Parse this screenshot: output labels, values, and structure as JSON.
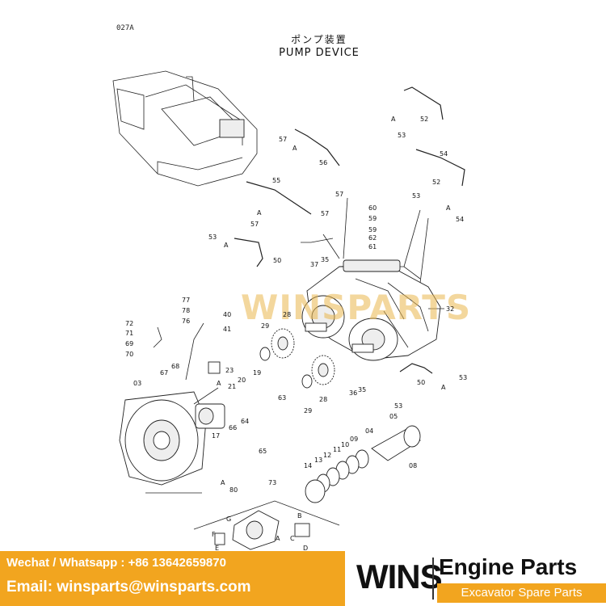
{
  "page_code": "027A",
  "title_jp": "ポンプ装置",
  "title_en": "PUMP DEVICE",
  "watermark": "WINSPARTS",
  "callouts": {
    "c52a": "52",
    "c53a": "53",
    "c54a": "54",
    "cAa": "A",
    "c57a": "57",
    "cAb": "A",
    "c56": "56",
    "c57b": "57",
    "c55": "55",
    "c57c": "57",
    "cAc": "A",
    "c57d": "57",
    "c52b": "52",
    "c53b": "53",
    "c54b": "54",
    "cAd": "A",
    "c60": "60",
    "c59a": "59",
    "c59b": "59",
    "c62": "62",
    "c61": "61",
    "c53c": "53",
    "cAe": "A",
    "c50a": "50",
    "c37": "37",
    "c35a": "35",
    "c32": "32",
    "c28a": "28",
    "c29a": "29",
    "c77": "77",
    "c78": "78",
    "c76": "76",
    "c40": "40",
    "c41": "41",
    "c72": "72",
    "c71": "71",
    "c69": "69",
    "c70": "70",
    "c03": "03",
    "c67": "67",
    "c68": "68",
    "c23": "23",
    "cAf": "A",
    "c21": "21",
    "c20": "20",
    "c19": "19",
    "c63": "63",
    "c17": "17",
    "c66": "66",
    "c64": "64",
    "c65": "65",
    "c29b": "29",
    "c28b": "28",
    "c36": "36",
    "c35b": "35",
    "c50b": "50",
    "c53d": "53",
    "cAg": "A",
    "c53e": "53",
    "c05": "05",
    "c04": "04",
    "c09": "09",
    "c10": "10",
    "c11": "11",
    "c12": "12",
    "c13": "13",
    "c14": "14",
    "c08": "08",
    "c80": "80",
    "cAh": "A",
    "c73": "73",
    "cG": "G",
    "cB": "B",
    "cF": "F",
    "cC": "C",
    "cA2": "A",
    "cE": "E",
    "cD": "D"
  },
  "contact": {
    "wechat": "Wechat / Whatsapp : +86 13642659870",
    "email": "Email: winsparts@winsparts.com"
  },
  "brand": {
    "name": "WINS",
    "engine_parts": "Engine Parts",
    "tagline": "Excavator Spare Parts"
  },
  "colors": {
    "accent": "#f2a51f",
    "watermark": "#e9b64c"
  }
}
